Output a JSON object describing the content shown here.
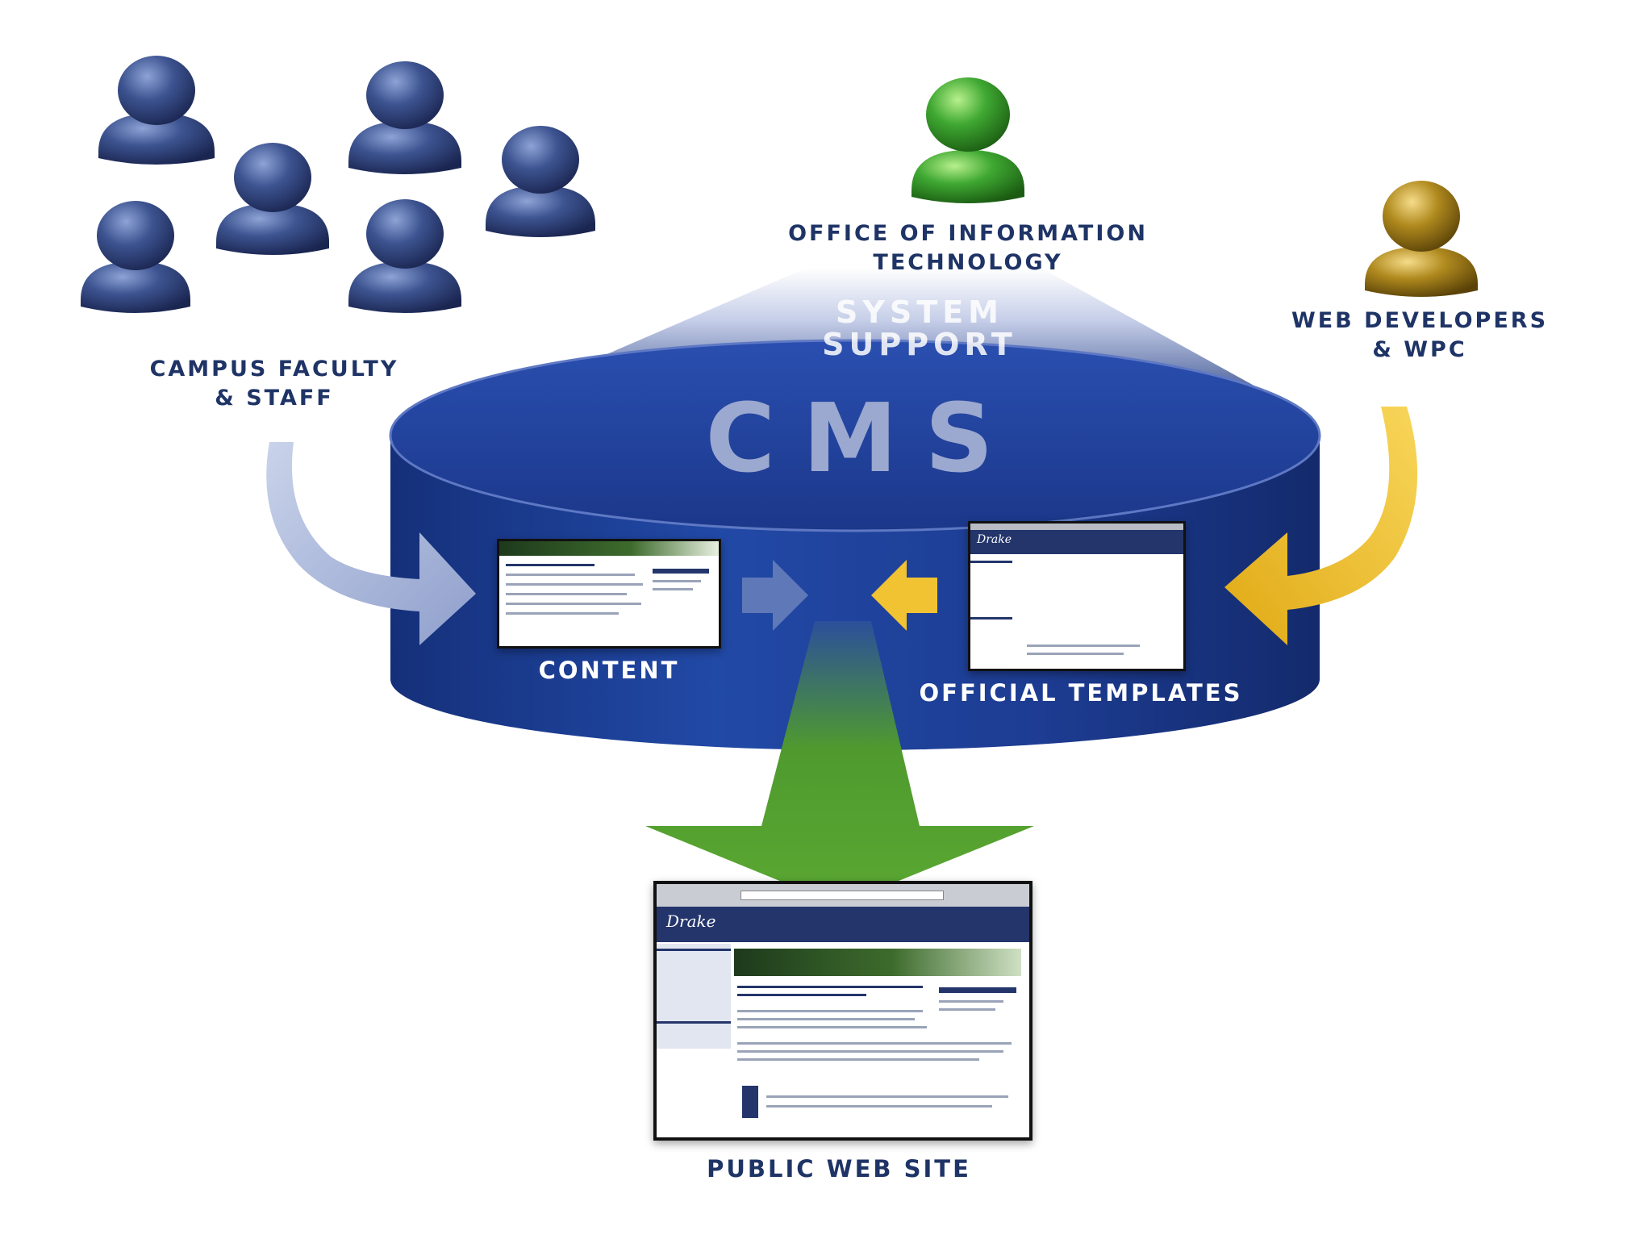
{
  "groups": {
    "faculty": {
      "line1": "CAMPUS FACULTY",
      "line2": "& STAFF",
      "color": "#3d5491"
    },
    "oit": {
      "line1": "OFFICE OF INFORMATION",
      "line2": "TECHNOLOGY",
      "color": "#3fa832"
    },
    "developers": {
      "line1": "WEB DEVELOPERS",
      "line2": "& WPC",
      "color": "#b08a1e"
    }
  },
  "system_support": {
    "line1": "SYSTEM",
    "line2": "SUPPORT"
  },
  "cms": {
    "title": "CMS",
    "body_color": "#1d3c92",
    "text_color": "#9ba8cf"
  },
  "content": {
    "label": "CONTENT"
  },
  "templates": {
    "label": "OFFICIAL TEMPLATES"
  },
  "public_site": {
    "label": "PUBLIC WEB SITE",
    "arrow_color": "#4f9a2e"
  },
  "thumb_brand": "Drake",
  "arrow_colors": {
    "faculty": "#a8b6d8",
    "developers": "#f1c232"
  }
}
